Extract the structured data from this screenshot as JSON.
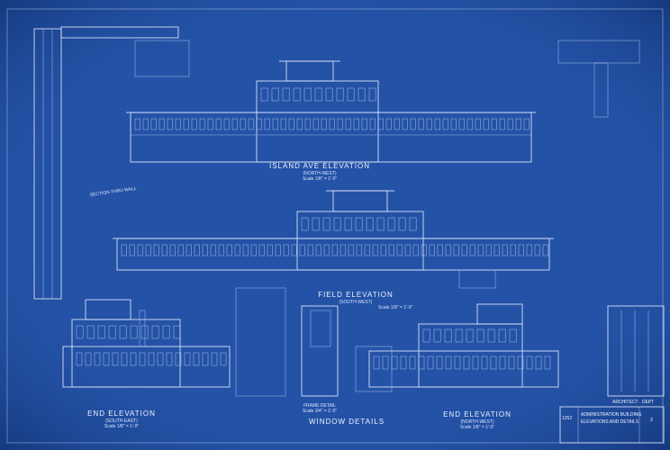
{
  "drawing": {
    "colors": {
      "paper": "#2452a6",
      "line": "#dfe8ff",
      "edge": "#0d2a66"
    },
    "views": [
      {
        "title": "ISLAND AVE ELEVATION",
        "subtitle": "(NORTH-WEST)",
        "scale": "Scale 1/8\" = 1'-0\""
      },
      {
        "title": "FIELD ELEVATION",
        "subtitle": "(SOUTH-WEST)",
        "scale": "Scale 1/8\" = 1'-0\""
      },
      {
        "title": "END ELEVATION",
        "subtitle": "(SOUTH-EAST)",
        "scale": "Scale 1/8\" = 1'-0\""
      },
      {
        "title": "END ELEVATION",
        "subtitle": "(NORTH-WEST)",
        "scale": "Scale 1/8\" = 1'-0\""
      },
      {
        "title": "SECTION THRU WALL",
        "subtitle": "",
        "scale": ""
      },
      {
        "title": "FRAME DETAIL",
        "subtitle": "Scale 3/4\" = 1'-0\"",
        "scale": ""
      },
      {
        "title": "WINDOW DETAILS",
        "subtitle": "",
        "scale": ""
      }
    ],
    "title_block": {
      "header": "ARCHITECT · DEPT",
      "number": "1252",
      "sheet": "3",
      "project": "ADMINISTRATION BUILDING",
      "description": "ELEVATIONS AND DETAILS"
    }
  }
}
